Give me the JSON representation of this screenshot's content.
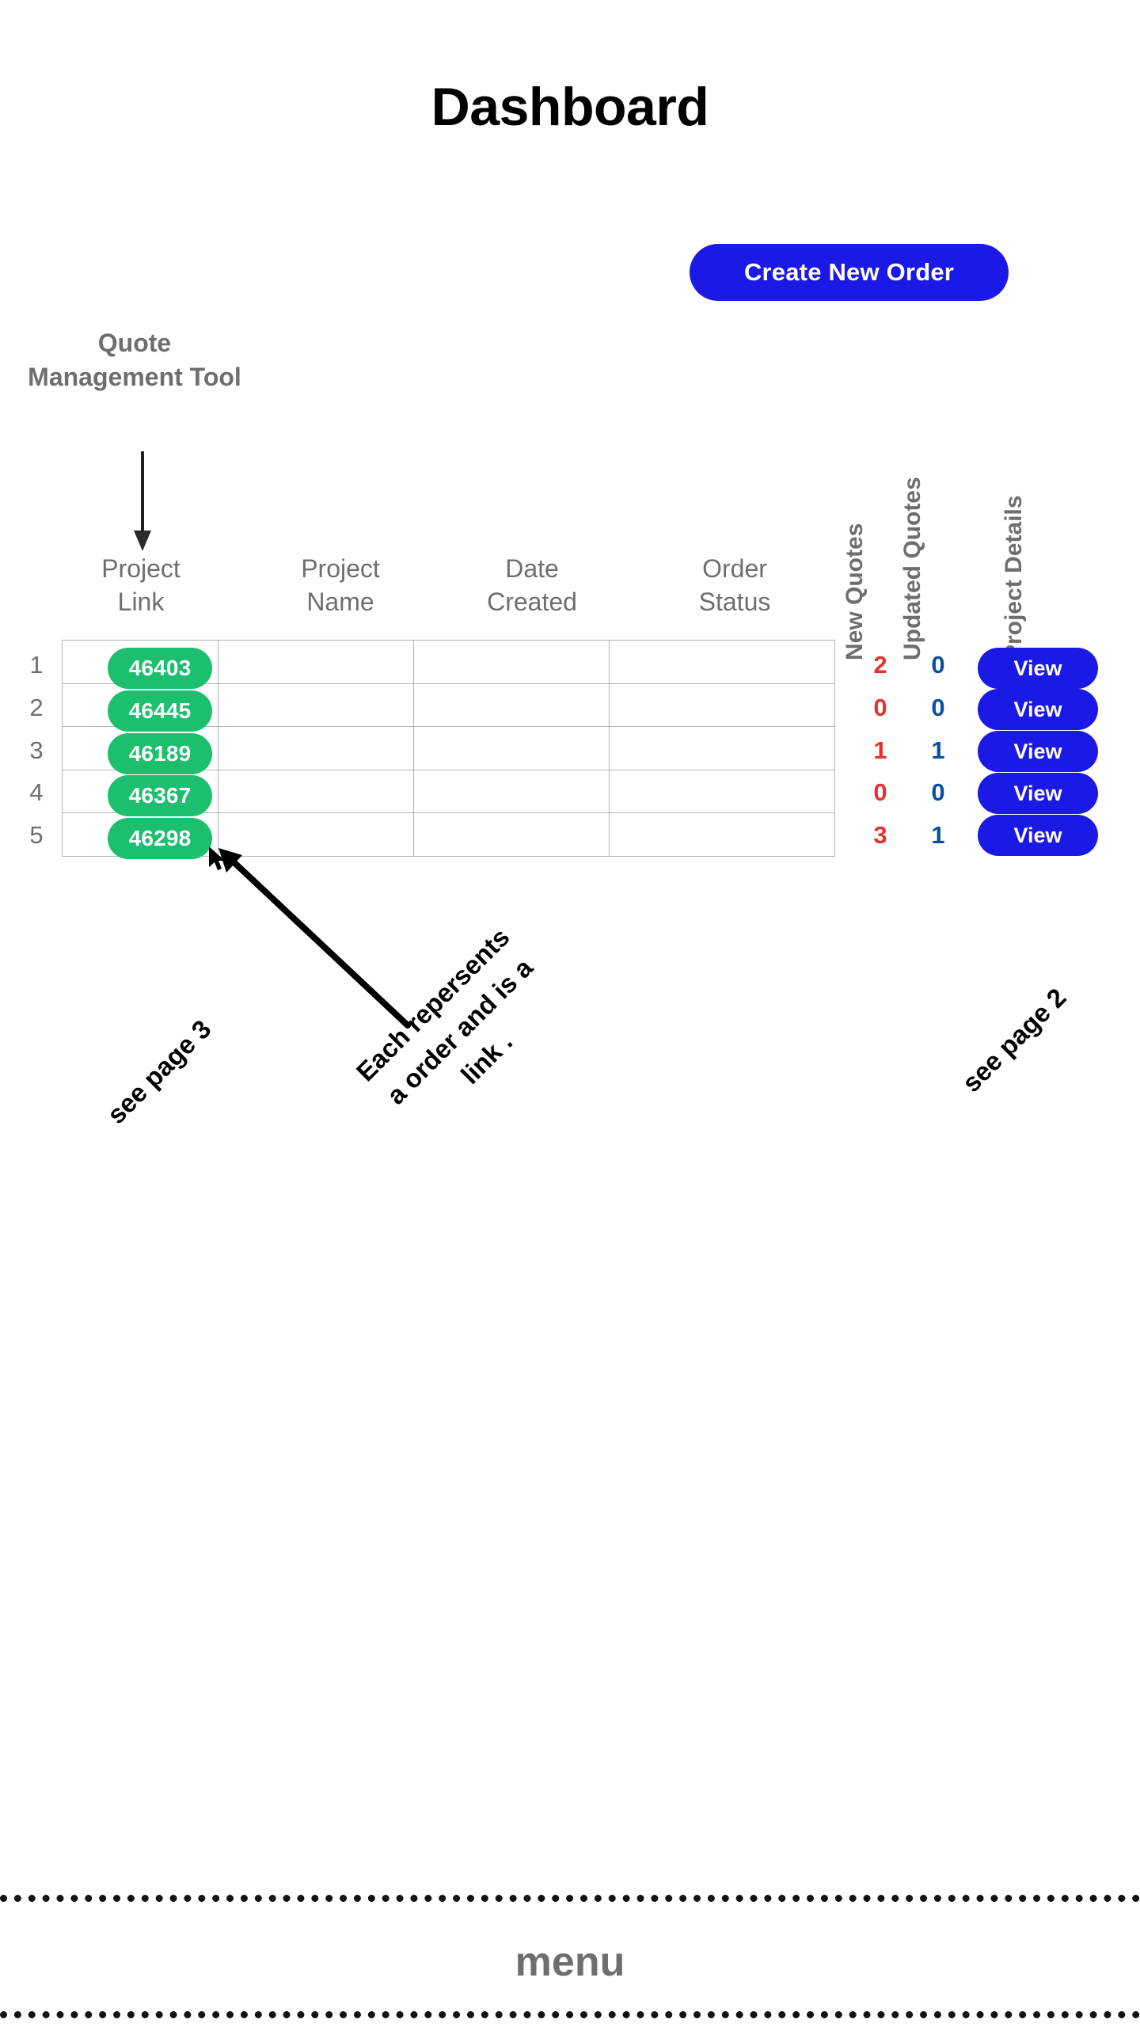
{
  "page": {
    "title": "Dashboard",
    "background_color": "#ffffff"
  },
  "toolbar": {
    "create_order_label": "Create New Order"
  },
  "annotations": {
    "tool_callout": "Quote Management Tool",
    "see_page_3": "see page 3",
    "see_page_2": "see page 2",
    "each_represents": {
      "line1": "Each repersents",
      "line2": "a order and is a",
      "line3": "link ."
    }
  },
  "table": {
    "headers": [
      {
        "line1": "Project",
        "line2": "Link"
      },
      {
        "line1": "Project",
        "line2": "Name"
      },
      {
        "line1": "Date",
        "line2": "Created"
      },
      {
        "line1": "Order",
        "line2": "Status"
      }
    ],
    "vertical_headers": [
      "New Quotes",
      "Updated Quotes",
      "Project Details"
    ],
    "rows": [
      {
        "index": "1",
        "project_link": "46403",
        "project_name": "",
        "date_created": "",
        "order_status": "",
        "new_quotes": "2",
        "updated_quotes": "0",
        "details_label": "View"
      },
      {
        "index": "2",
        "project_link": "46445",
        "project_name": "",
        "date_created": "",
        "order_status": "",
        "new_quotes": "0",
        "updated_quotes": "0",
        "details_label": "View"
      },
      {
        "index": "3",
        "project_link": "46189",
        "project_name": "",
        "date_created": "",
        "order_status": "",
        "new_quotes": "1",
        "updated_quotes": "1",
        "details_label": "View"
      },
      {
        "index": "4",
        "project_link": "46367",
        "project_name": "",
        "date_created": "",
        "order_status": "",
        "new_quotes": "0",
        "updated_quotes": "0",
        "details_label": "View"
      },
      {
        "index": "5",
        "project_link": "46298",
        "project_name": "",
        "date_created": "",
        "order_status": "",
        "new_quotes": "3",
        "updated_quotes": "1",
        "details_label": "View"
      }
    ]
  },
  "footer": {
    "menu_label": "menu"
  },
  "colors": {
    "accent_blue": "#1a19e6",
    "pill_green": "#1bbf6e",
    "new_quotes_red": "#e8312f",
    "updated_quotes_blue": "#0b4fa0",
    "muted_gray": "#6e6e6e",
    "grid_line": "#b3b3b3"
  }
}
